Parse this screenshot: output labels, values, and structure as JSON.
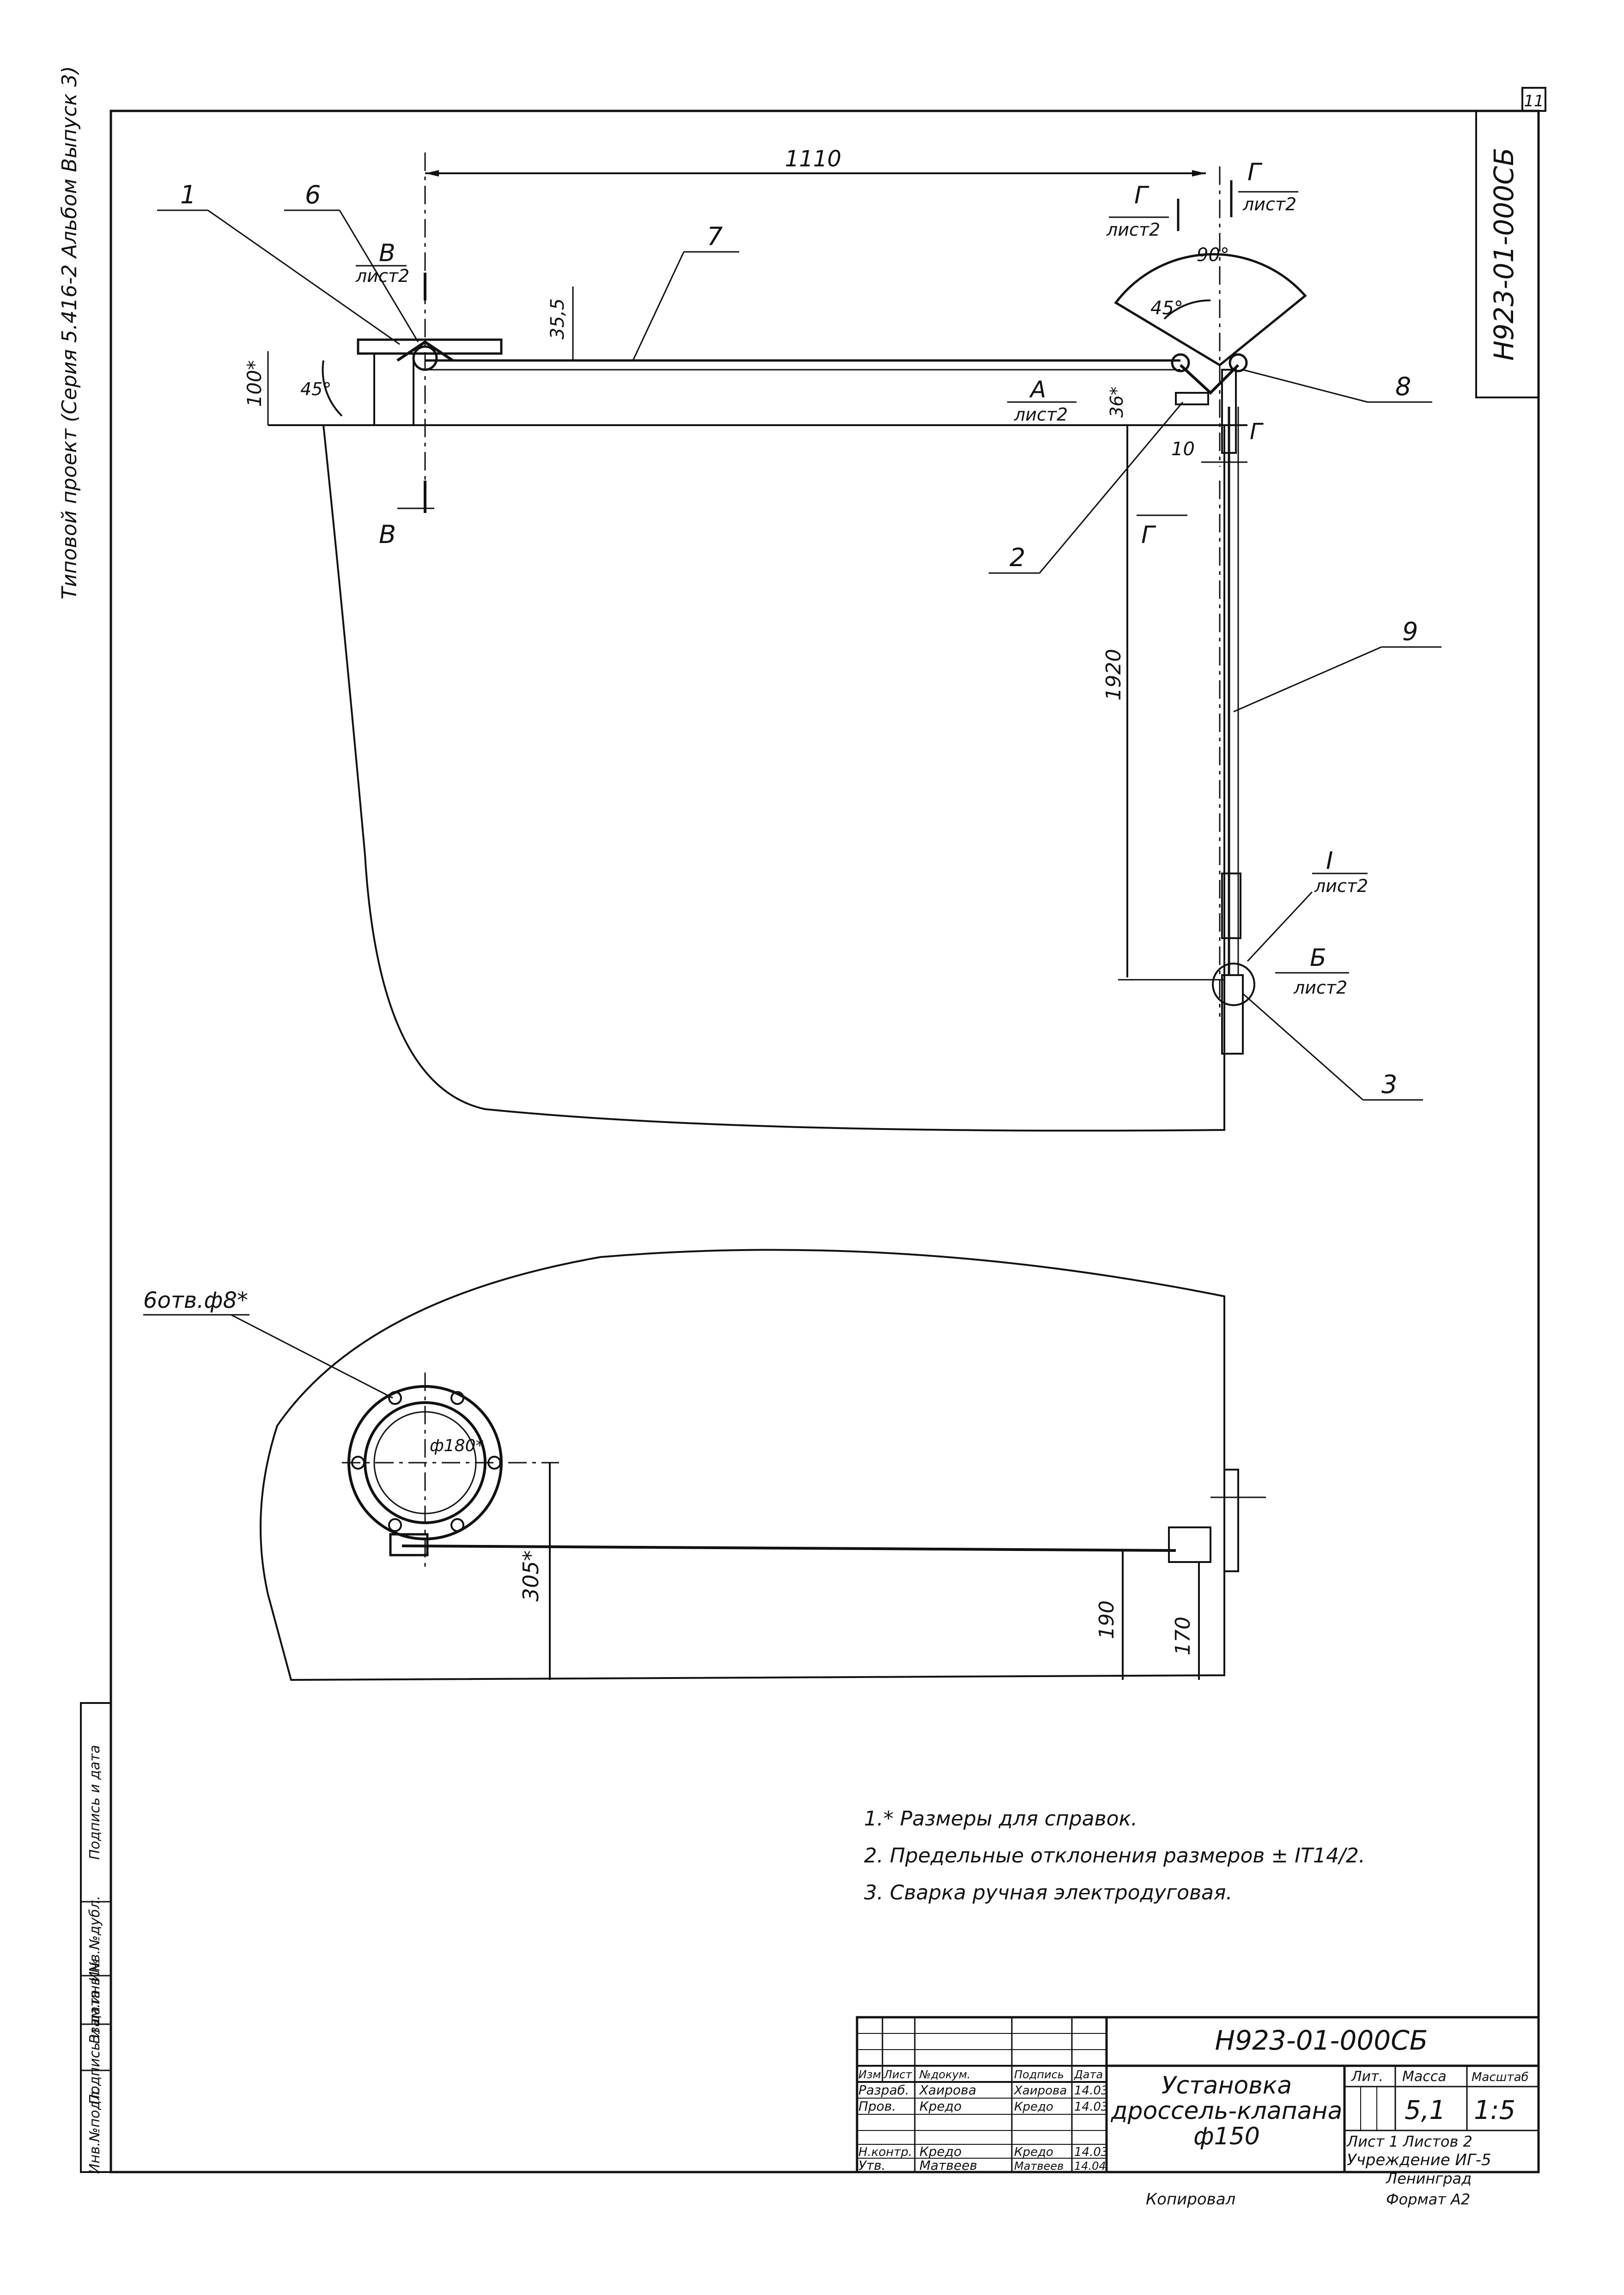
{
  "sheet": {
    "sheet_number": "11",
    "side_label": "Типовой проект (Серия 5.416-2 Альбом Выпуск 3)",
    "doc_code_vertical": "Н923-01-000СБ"
  },
  "callouts": [
    "1",
    "2",
    "3",
    "6",
    "7",
    "8",
    "9"
  ],
  "section_marks": {
    "B_top": "В",
    "B_top_ref": "лист2",
    "B_bottom": "В",
    "G1": "Г",
    "G1_ref": "лист2",
    "G2": "Г",
    "G2_ref": "лист2",
    "G_side": "Г",
    "G_bottom": "Г",
    "A": "А",
    "A_ref": "лист2",
    "I": "I",
    "I_ref": "лист2",
    "Bv": "Б",
    "Bv_ref": "лист2"
  },
  "dimensions": {
    "d1110": "1110",
    "d1920": "1920",
    "d35_5": "35,5",
    "d100": "100*",
    "d36": "36*",
    "d10": "10",
    "a45_left": "45°",
    "a45_right": "45°",
    "a90": "90°",
    "d305": "305*",
    "d190": "190",
    "d170": "170",
    "hole_note": "6отв.ф8*",
    "bore": "ф180*"
  },
  "notes": [
    "1.* Размеры для справок.",
    "2. Предельные отклонения размеров ± IT14/2.",
    "3. Сварка ручная электродуговая."
  ],
  "left_stamp": [
    "Инв.№подл.",
    "Подпись и дата",
    "Взам.инв.№",
    "Инв.№дубл.",
    "Подпись и дата"
  ],
  "title_block": {
    "doc_code": "Н923-01-000СБ",
    "title_lines": [
      "Установка",
      "дроссель-клапана",
      "ф150"
    ],
    "head_cols": [
      "Изм.",
      "Лист",
      "№докум.",
      "Подпись",
      "Дата"
    ],
    "rows": [
      {
        "role": "Разраб.",
        "name": "Хаирова",
        "sign": "Хаирова",
        "date": "14.03"
      },
      {
        "role": "Пров.",
        "name": "Кредо",
        "sign": "Кредо",
        "date": "14.03"
      },
      {
        "role": "Н.контр.",
        "name": "Кредо",
        "sign": "Кредо",
        "date": "14.03"
      },
      {
        "role": "Утв.",
        "name": "Матвеев",
        "sign": "Матвеев",
        "date": "14.04"
      }
    ],
    "lit_label": "Лит.",
    "mass_label": "Масса",
    "scale_label": "Масштаб",
    "mass_value": "5,1",
    "scale_value": "1:5",
    "sheet_label": "Лист 1 Листов 2",
    "org": "Учреждение ИГ-5",
    "city": "Ленинград",
    "copied": "Копировал",
    "format": "Формат А2"
  }
}
